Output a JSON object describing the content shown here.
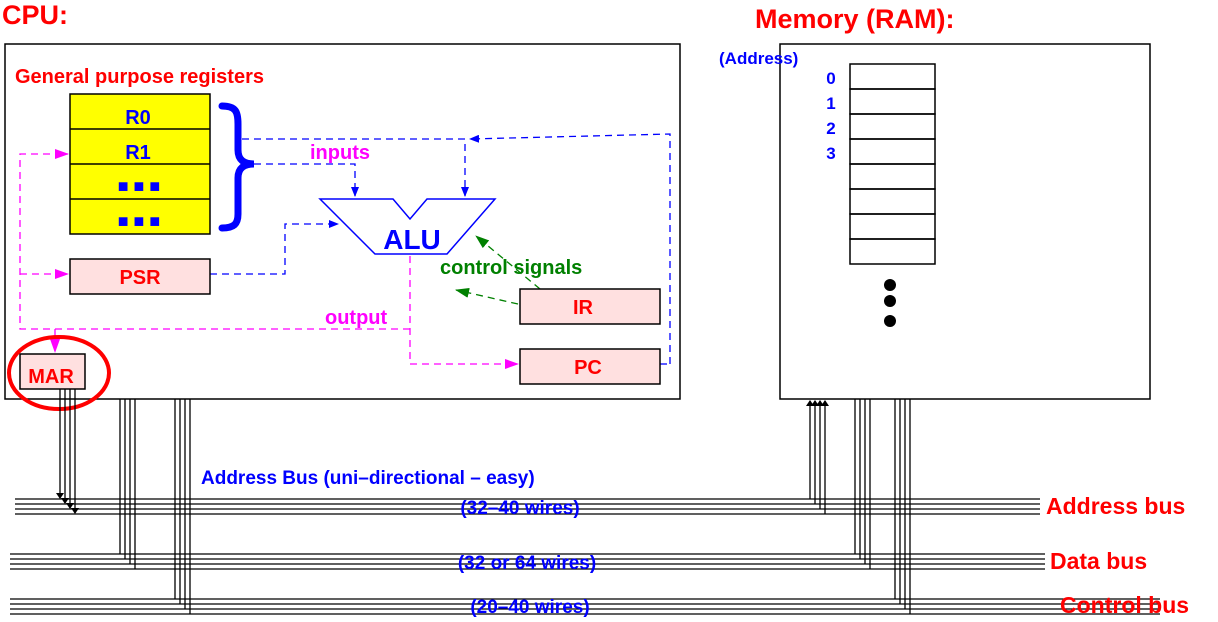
{
  "colors": {
    "title_red": "#ff0000",
    "blue": "#0000ff",
    "magenta": "#ff00ff",
    "green": "#008000",
    "register_fill": "#ffff00",
    "special_register_fill": "#ffe0e0",
    "black": "#000000"
  },
  "cpu": {
    "title": "CPU:",
    "gpr_label": "General purpose registers",
    "registers": [
      "R0",
      "R1",
      "■ ■ ■",
      "■ ■ ■"
    ],
    "alu_label": "ALU",
    "inputs_label": "inputs",
    "output_label": "output",
    "control_signals_label": "control signals",
    "psr_label": "PSR",
    "ir_label": "IR",
    "pc_label": "PC",
    "mar_label": "MAR"
  },
  "memory": {
    "title": "Memory (RAM):",
    "address_label": "(Address)",
    "addresses": [
      "0",
      "1",
      "2",
      "3"
    ],
    "cell_count": 8,
    "ellipsis_dots": 3
  },
  "buses": {
    "address_bus_note": "Address Bus (uni–directional – easy)",
    "address": {
      "label": "Address bus",
      "wires": "(32–40 wires)"
    },
    "data": {
      "label": "Data bus",
      "wires": "(32 or 64 wires)"
    },
    "control": {
      "label": "Control bus",
      "wires": "(20–40 wires)"
    }
  }
}
